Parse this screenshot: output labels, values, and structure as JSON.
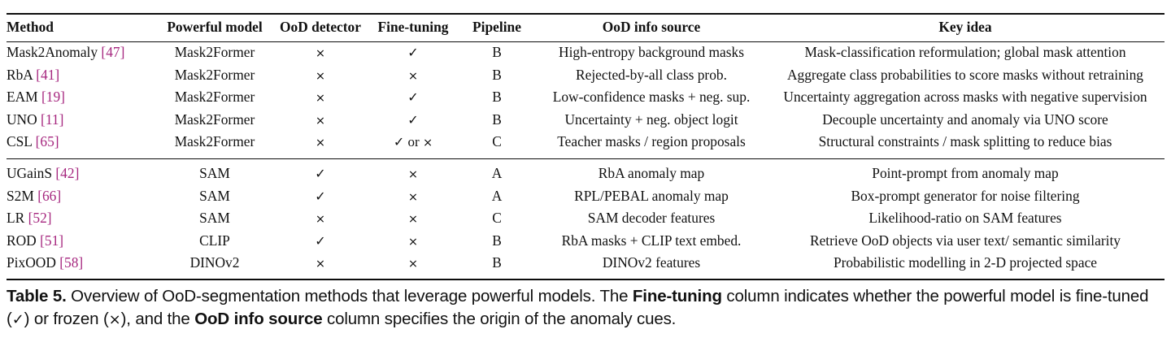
{
  "table": {
    "columns": [
      {
        "key": "method",
        "label": "Method",
        "align": "left"
      },
      {
        "key": "model",
        "label": "Powerful model",
        "align": "center"
      },
      {
        "key": "ood",
        "label": "OoD detector",
        "align": "center"
      },
      {
        "key": "ft",
        "label": "Fine-tuning",
        "align": "center"
      },
      {
        "key": "pipeline",
        "label": "Pipeline",
        "align": "center"
      },
      {
        "key": "source",
        "label": "OoD info source",
        "align": "center"
      },
      {
        "key": "idea",
        "label": "Key idea",
        "align": "center"
      }
    ],
    "citation_color": "#a6277f",
    "check_glyph": "✓",
    "cross_glyph": "×",
    "groups": [
      {
        "name": "mask2former-group",
        "rows": [
          {
            "method": "Mask2Anomaly",
            "citation": "[47]",
            "model": "Mask2Former",
            "ood": "×",
            "ft": "✓",
            "pipeline": "B",
            "source": "High-entropy background masks",
            "idea": "Mask-classification reformulation; global mask attention"
          },
          {
            "method": "RbA",
            "citation": "[41]",
            "model": "Mask2Former",
            "ood": "×",
            "ft": "×",
            "pipeline": "B",
            "source": "Rejected-by-all class prob.",
            "idea": "Aggregate class probabilities to score masks without retraining"
          },
          {
            "method": "EAM",
            "citation": "[19]",
            "model": "Mask2Former",
            "ood": "×",
            "ft": "✓",
            "pipeline": "B",
            "source": "Low-confidence masks + neg. sup.",
            "idea": "Uncertainty aggregation across masks with negative supervision"
          },
          {
            "method": "UNO",
            "citation": "[11]",
            "model": "Mask2Former",
            "ood": "×",
            "ft": "✓",
            "pipeline": "B",
            "source": "Uncertainty + neg. object logit",
            "idea": "Decouple uncertainty and anomaly via UNO score"
          },
          {
            "method": "CSL",
            "citation": "[65]",
            "model": "Mask2Former",
            "ood": "×",
            "ft": "✓ or ×",
            "pipeline": "C",
            "source": "Teacher masks / region proposals",
            "idea": "Structural constraints / mask splitting to reduce bias"
          }
        ]
      },
      {
        "name": "foundation-model-group",
        "rows": [
          {
            "method": "UGainS",
            "citation": "[42]",
            "model": "SAM",
            "ood": "✓",
            "ft": "×",
            "pipeline": "A",
            "source": "RbA anomaly map",
            "idea": "Point-prompt from anomaly map"
          },
          {
            "method": "S2M",
            "citation": "[66]",
            "model": "SAM",
            "ood": "✓",
            "ft": "×",
            "pipeline": "A",
            "source": "RPL/PEBAL anomaly map",
            "idea": "Box-prompt generator for noise filtering"
          },
          {
            "method": "LR",
            "citation": "[52]",
            "model": "SAM",
            "ood": "×",
            "ft": "×",
            "pipeline": "C",
            "source": "SAM decoder features",
            "idea": "Likelihood-ratio on SAM features"
          },
          {
            "method": "ROD",
            "citation": "[51]",
            "model": "CLIP",
            "ood": "✓",
            "ft": "×",
            "pipeline": "B",
            "source": "RbA masks + CLIP text embed.",
            "idea": "Retrieve OoD objects via user text/ semantic similarity"
          },
          {
            "method": "PixOOD",
            "citation": "[58]",
            "model": "DINOv2",
            "ood": "×",
            "ft": "×",
            "pipeline": "B",
            "source": "DINOv2 features",
            "idea": "Probabilistic modelling in 2-D projected space"
          }
        ]
      }
    ]
  },
  "caption": {
    "label": "Table 5.",
    "part1": "Overview of OoD-segmentation methods that leverage powerful models. The",
    "bold1": "Fine-tuning",
    "part2": "column indicates whether the powerful model is fine-tuned (",
    "check": "✓",
    "part3": ") or frozen (",
    "cross": "×",
    "part4": "), and the",
    "bold2": "OoD info source",
    "part5": "column specifies the origin of the anomaly cues."
  }
}
